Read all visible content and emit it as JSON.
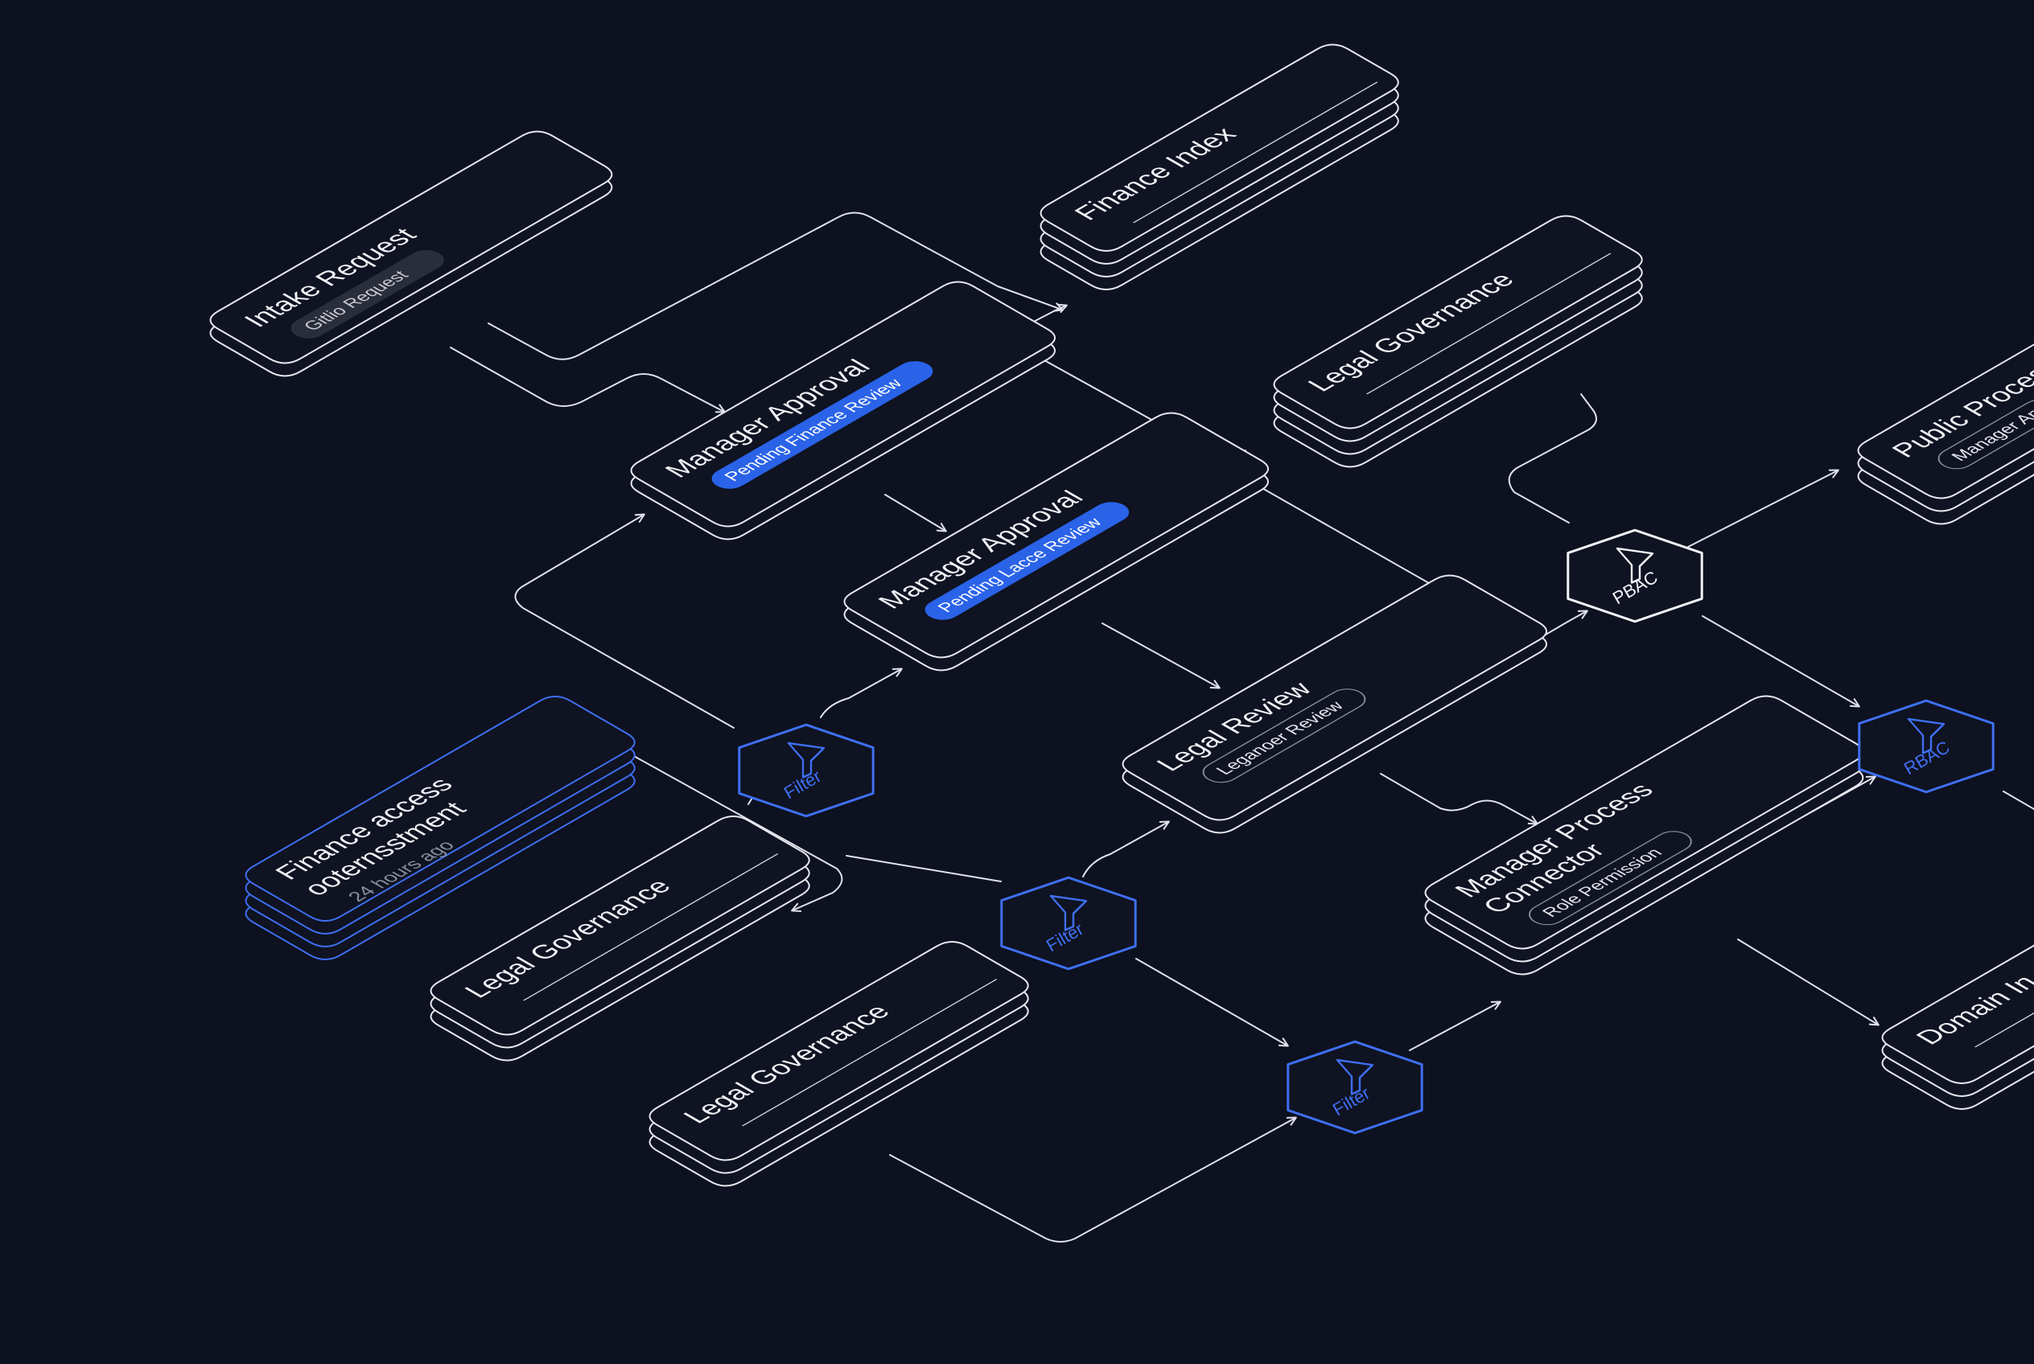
{
  "colors": {
    "background": "#0d1120",
    "card_fill": "#0f1322",
    "line": "#e6e8ee",
    "accent_blue": "#3f6ff0",
    "pill_blue": "#2a63e8",
    "pill_dark": "#2a2e3a"
  },
  "cards": [
    {
      "key": "intake",
      "title": [
        "Intake Request"
      ],
      "pill": {
        "text": "Gitlio Request",
        "style": "dark"
      }
    },
    {
      "key": "finance_index",
      "title": [
        "Finance Index"
      ],
      "underline": true
    },
    {
      "key": "mgr1",
      "title": [
        "Manager Approval"
      ],
      "pill": {
        "text": "Pending Finance Review",
        "style": "blue"
      }
    },
    {
      "key": "mgr2",
      "title": [
        "Manager Approval"
      ],
      "pill": {
        "text": "Pending Lacce Review",
        "style": "blue"
      }
    },
    {
      "key": "legal_gov_top",
      "title": [
        "Legal Governance"
      ],
      "underline": true
    },
    {
      "key": "public_proc",
      "title": [
        "Public Proces"
      ],
      "pill": {
        "text": "Manager Ap",
        "style": "outline"
      }
    },
    {
      "key": "legal_review",
      "title": [
        "Legal Review"
      ],
      "pill": {
        "text": "Leganoer Review",
        "style": "outline"
      }
    },
    {
      "key": "finance_access",
      "title": [
        "Finance access",
        "ooternsstment"
      ],
      "sub": "24 hours ago",
      "accent": true
    },
    {
      "key": "legal_gov_mid",
      "title": [
        "Legal Governance"
      ],
      "underline": true
    },
    {
      "key": "legal_gov_bottom",
      "title": [
        "Legal Governance"
      ],
      "underline": true
    },
    {
      "key": "mgr_conn",
      "title": [
        "Manager Process",
        "Connector"
      ],
      "pill": {
        "text": "Role Permission",
        "style": "outline"
      }
    },
    {
      "key": "domain",
      "title": [
        "Domain In"
      ],
      "underline": true
    }
  ],
  "filters": [
    {
      "key": "filter1",
      "label": "Filter",
      "icon": "funnel-icon",
      "color": "blue"
    },
    {
      "key": "filter2",
      "label": "Filter",
      "icon": "funnel-icon",
      "color": "blue"
    },
    {
      "key": "filter3",
      "label": "Filter",
      "icon": "funnel-icon",
      "color": "blue"
    },
    {
      "key": "rbac_white",
      "label": "PBAC",
      "icon": "funnel-icon",
      "color": "white"
    },
    {
      "key": "rbac_blue",
      "label": "RBAC",
      "icon": "funnel-icon",
      "color": "blue"
    }
  ]
}
